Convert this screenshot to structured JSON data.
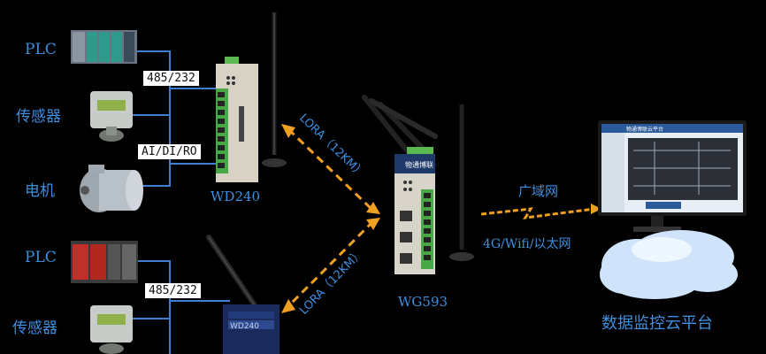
{
  "left_top": {
    "plc": "PLC",
    "sensor": "传感器",
    "motor": "电机",
    "bus_485": "485/232",
    "bus_aidiro": "AI/DI/RO"
  },
  "left_bottom": {
    "plc": "PLC",
    "sensor": "传感器",
    "bus_485": "485/232"
  },
  "devices": {
    "wd240_top": "WD240",
    "wg593": "WG593",
    "wd240_bottom_face": "WD240"
  },
  "links": {
    "lora_top": "LORA（12KM）",
    "lora_bottom": "LORA（12KM）",
    "broadband": "广域网",
    "mobile": "4G/Wifi/以太网"
  },
  "cloud": {
    "title": "数据监控云平台",
    "window_title": "物通博联云平台"
  },
  "gateway": {
    "brand": "物通博联"
  },
  "colors": {
    "label_blue": "#3d8fe0",
    "link_orange": "#f0a020",
    "line_blue": "#3d7fd0"
  }
}
